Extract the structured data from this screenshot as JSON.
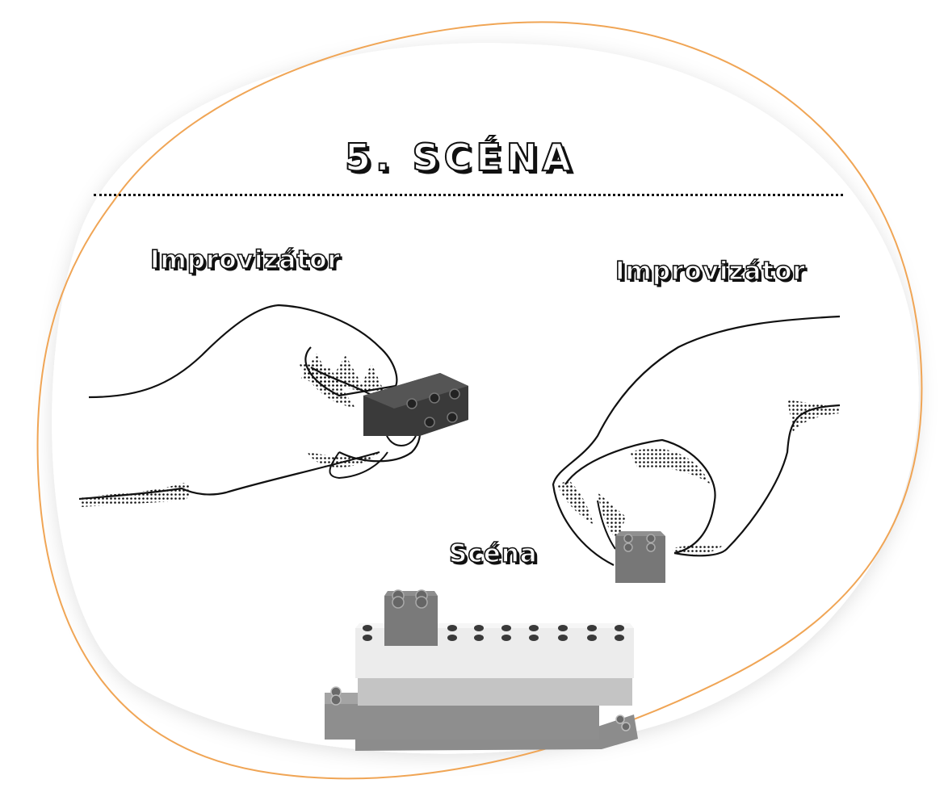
{
  "title": "5. SCÉNA",
  "labels": {
    "left_actor": "Improvizátor",
    "right_actor": "Improvizátor",
    "scene": "Scéna"
  },
  "colors": {
    "accent_outline": "#f0a555",
    "ink": "#111111",
    "dark_brick": "#3a3a3a",
    "mid_brick": "#777777",
    "light_gray_brick": "#c4c4c4",
    "white_brick": "#ececec",
    "base_plate": "#8c8c8c"
  },
  "icons": [
    "left-hand-illustration",
    "right-hand-illustration",
    "lego-brick-icon",
    "lego-stack-icon"
  ]
}
